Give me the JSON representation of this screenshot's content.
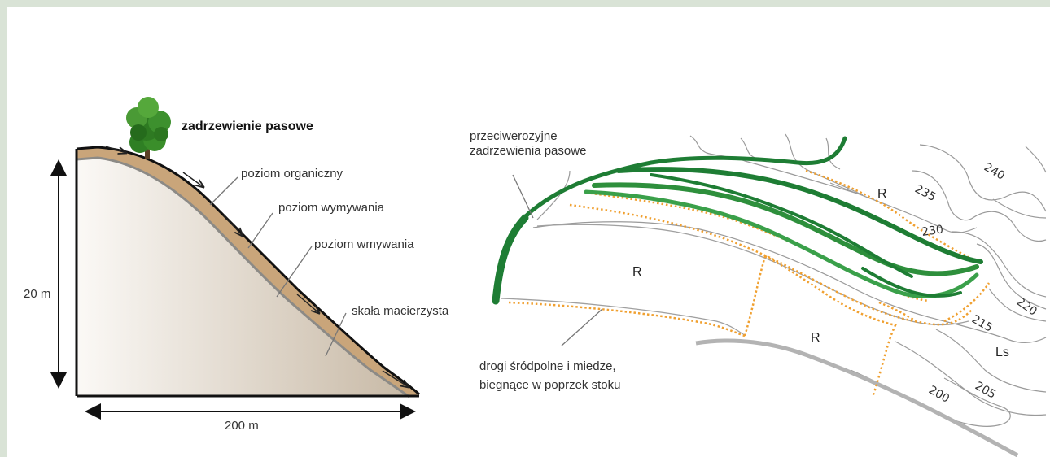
{
  "left_diagram": {
    "title": "zadrzewienie pasowe",
    "layers": [
      "poziom organiczny",
      "poziom wymywania",
      "poziom wmywania",
      "skała macierzysta"
    ],
    "height_label": "20 m",
    "width_label": "200 m"
  },
  "right_diagram": {
    "shelterbelt_label_line1": "przeciwerozyjne",
    "shelterbelt_label_line2": "zadrzewienia pasowe",
    "roads_label_line1": "drogi śródpolne i miedze,",
    "roads_label_line2": "biegnące w poprzek stoku",
    "land_labels": [
      "R",
      "R",
      "R",
      "Ls"
    ],
    "contours": [
      "240",
      "235",
      "230",
      "220",
      "215",
      "205",
      "200"
    ]
  },
  "colors": {
    "background": "#d9e3d6",
    "soil": "#c9a57a",
    "slope_gradient_light": "#faf8f5",
    "slope_gradient_dark": "#c7b9a6",
    "shelterbelt_green": "#1e7d34",
    "road_dots": "#f0a030",
    "contour_gray": "#9a9a9a"
  }
}
